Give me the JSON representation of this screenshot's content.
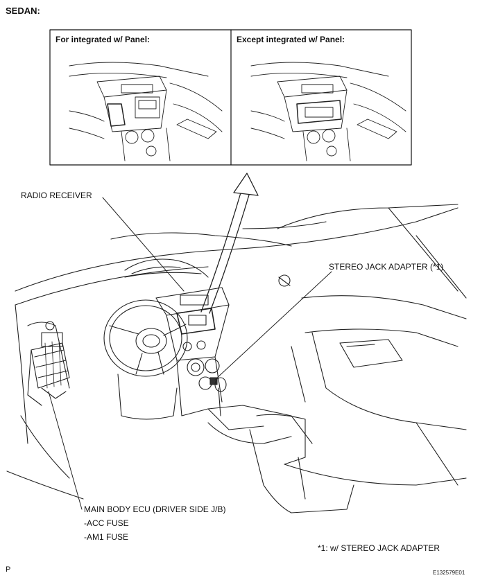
{
  "page": {
    "section_title": "SEDAN:",
    "page_letter": "P",
    "figure_id": "E132579E01"
  },
  "insets": {
    "left_title": "For integrated w/ Panel:",
    "right_title": "Except integrated w/ Panel:"
  },
  "callouts": {
    "radio_receiver": "RADIO RECEIVER",
    "stereo_jack_adapter": "STEREO JACK ADAPTER (*1)",
    "main_body_ecu": "MAIN BODY ECU (DRIVER SIDE J/B)",
    "acc_fuse": "-ACC FUSE",
    "am1_fuse": "-AM1 FUSE"
  },
  "footnote": "*1: w/ STEREO JACK ADAPTER"
}
